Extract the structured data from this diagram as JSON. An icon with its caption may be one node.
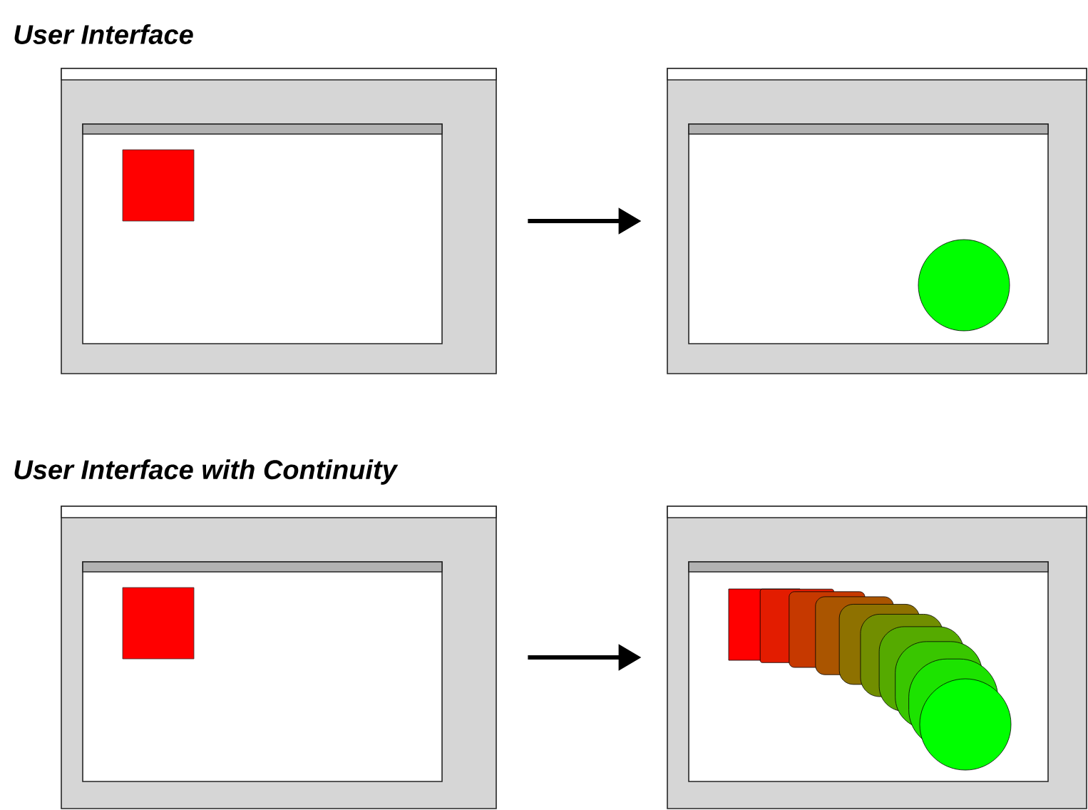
{
  "diagram": {
    "nodes": [
      {
        "text": [],
        "shape": "picture"
      },
      {
        "text": [],
        "shape": "picture"
      },
      {
        "text": [],
        "shape": "picture"
      },
      {
        "text": [],
        "shape": "picture"
      }
    ],
    "edges": [
      {
        "from": 0,
        "to": 1,
        "arrow": "to"
      },
      {
        "from": 2,
        "to": 3,
        "arrow": "to"
      }
    ],
    "labels": [
      "User Interface",
      "User Interface with Continuity"
    ]
  }
}
